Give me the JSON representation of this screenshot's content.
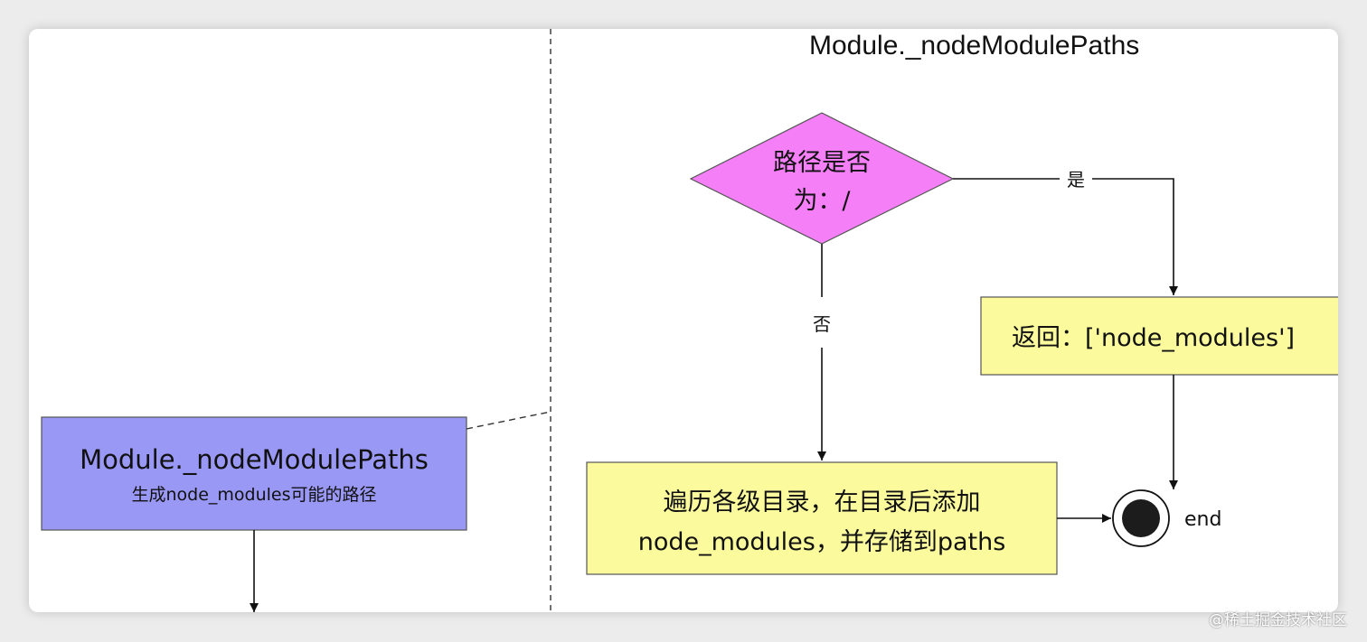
{
  "diagram": {
    "title": "Module._nodeModulePaths",
    "module_box": {
      "name": "Module._nodeModulePaths",
      "description": "生成node_modules可能的路径"
    },
    "decision": {
      "line1": "路径是否",
      "line2": "为：/"
    },
    "edge_yes": "是",
    "edge_no": "否",
    "return_box": "返回：['node_modules']",
    "process_box": {
      "line1": "遍历各级目录，在目录后添加",
      "line2": "node_modules，并存储到paths"
    },
    "end_label": "end"
  },
  "watermark": "@稀土掘金技术社区",
  "colors": {
    "module_fill": "#9a98f5",
    "decision_fill": "#f47ff6",
    "box_fill": "#fbfb9e"
  }
}
